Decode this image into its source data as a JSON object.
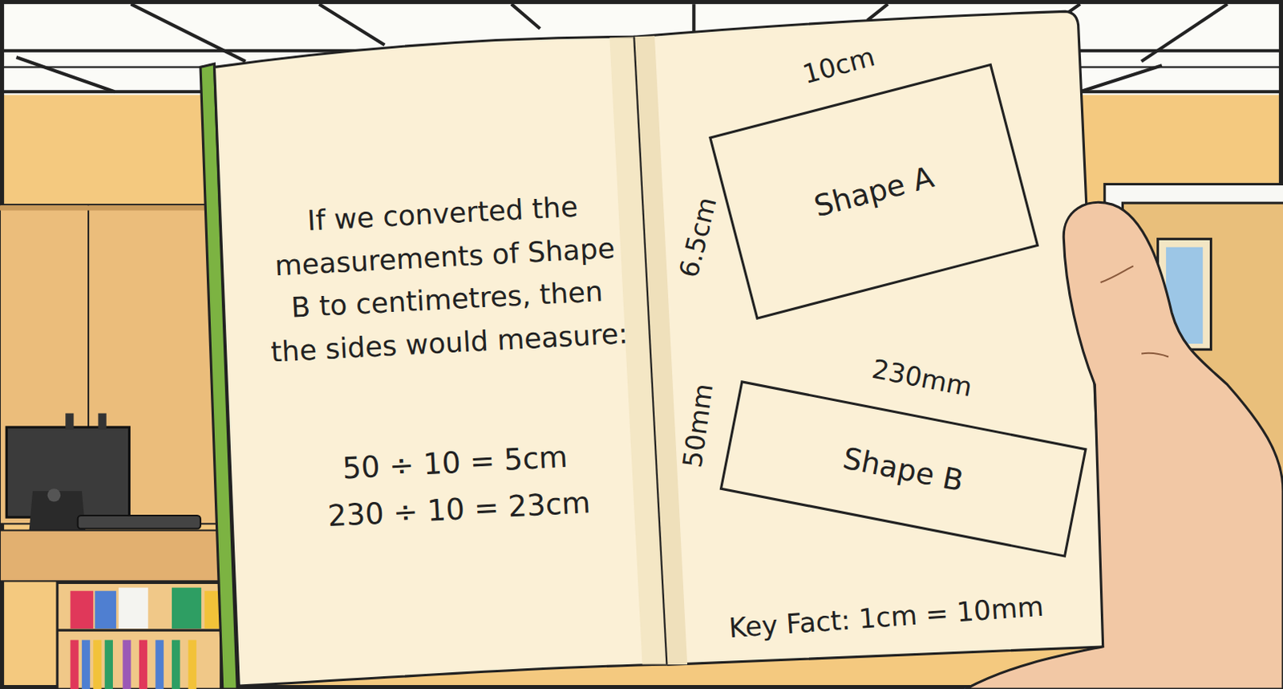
{
  "diagram": {
    "nodes": [
      {
        "text": [
          "Shape A"
        ]
      },
      {
        "text": [
          "Shape B"
        ]
      }
    ],
    "labels": [
      "If we converted the measurements of Shape B to centimetres, then the sides would measure:",
      "50 ÷ 10 = 5cm",
      "230 ÷ 10 = 23cm",
      "10cm",
      "6.5cm",
      "230mm",
      "50mm",
      "Key Fact: 1cm = 10mm"
    ]
  }
}
